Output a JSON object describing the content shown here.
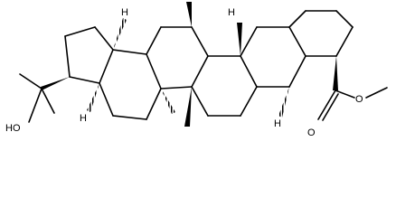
{
  "structure": {
    "colors": {
      "ink": "#000000",
      "background": "#ffffff"
    },
    "labels": {
      "hydroxyl": "HO",
      "carbonyl_oxygen": "O",
      "ester_oxygen": "O",
      "h1": "H",
      "h2": "H",
      "h3": "H",
      "h4": "H"
    }
  }
}
